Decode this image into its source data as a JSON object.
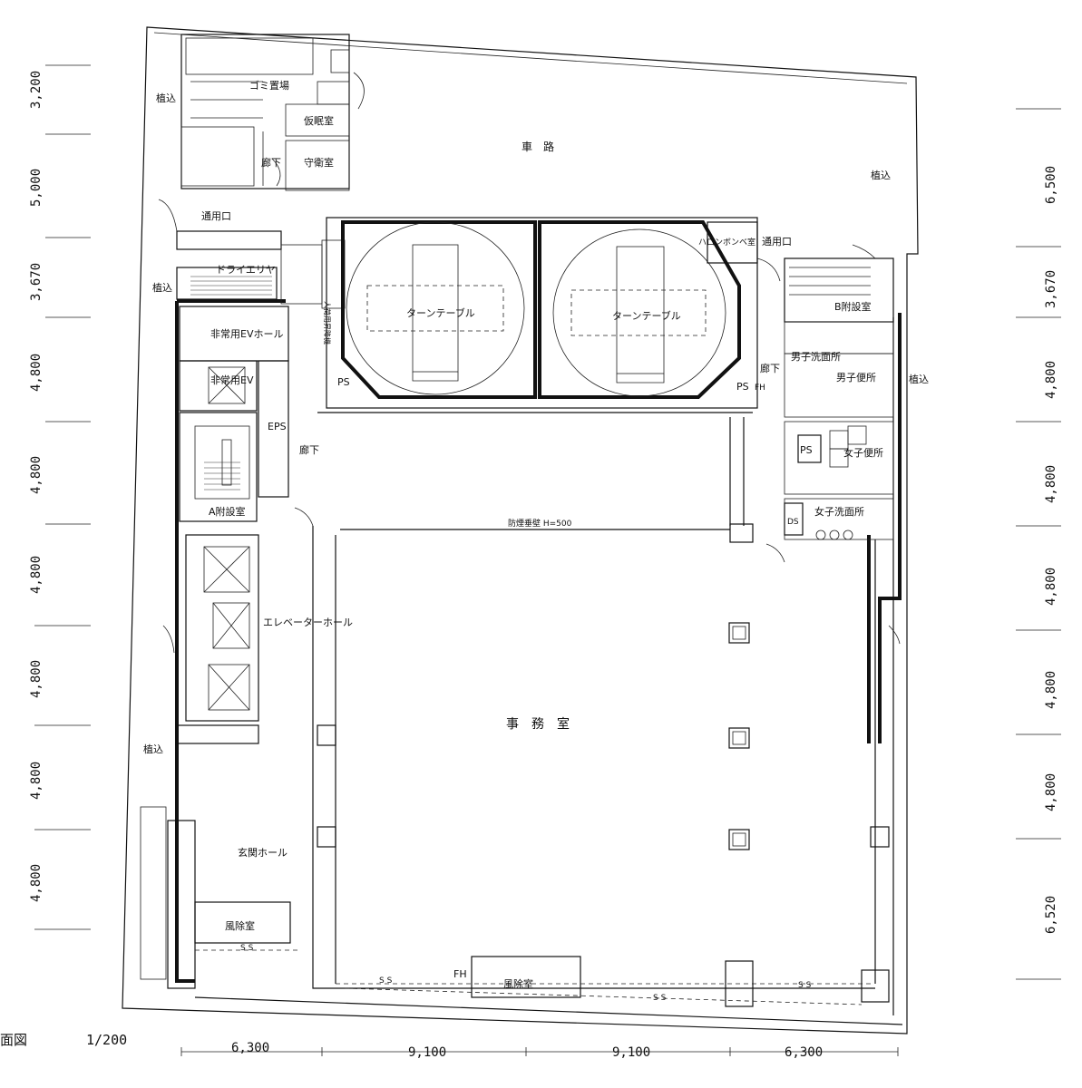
{
  "labels": {
    "garbage": "ゴミ置場",
    "planting": "植込",
    "rest": "仮眠室",
    "guard": "守衛室",
    "corridor": "廊下",
    "service_entrance": "通用口",
    "roadway": "車　路",
    "dry_area": "ドライエリヤ",
    "turntable": "ターンテーブル",
    "halon": "ハロンボンベ室",
    "emergency_ev_hall": "非常用EVホール",
    "emergency_ev": "非常用EV",
    "eps": "EPS",
    "ps": "PS",
    "fh": "FH",
    "a_room": "A附設室",
    "b_room": "B附設室",
    "mens_wash": "男子洗面所",
    "mens_toilet": "男子便所",
    "womens_toilet": "女子便所",
    "womens_wash": "女子洗面所",
    "ds": "DS",
    "smoke_wall": "防煙垂壁 H=500",
    "elevator_hall": "エレベーターホール",
    "office": "事　務　室",
    "entrance_hall": "玄関ホール",
    "windbreak": "風除室",
    "ss": "S S",
    "dedicated_ev": "人荷用昇降機",
    "scale_prefix": "面図",
    "scale": "1/200"
  },
  "dims_left": [
    "3,200",
    "5,000",
    "3,670",
    "4,800",
    "4,800",
    "4,800",
    "4,800",
    "4,800",
    "4,800"
  ],
  "dims_right": [
    "6,500",
    "3,670",
    "4,800",
    "4,800",
    "4,800",
    "4,800",
    "4,800",
    "6,520"
  ],
  "dims_bottom": [
    "6,300",
    "9,100",
    "9,100",
    "6,300"
  ],
  "icons": [
    "elevator-car-icon",
    "stair-icon",
    "column-icon",
    "door-swing-icon"
  ]
}
